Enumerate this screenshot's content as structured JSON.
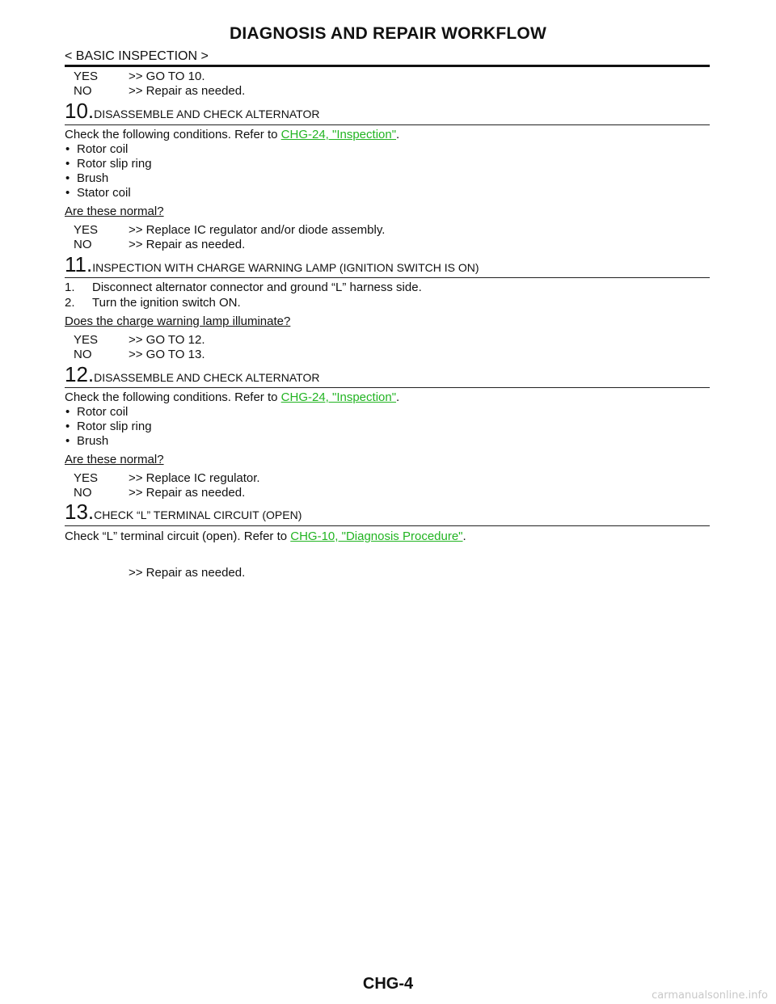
{
  "header": {
    "title": "DIAGNOSIS AND REPAIR WORKFLOW",
    "section": "< BASIC INSPECTION >"
  },
  "step9_result": {
    "yes_label": "YES",
    "yes_text": ">> GO TO 10.",
    "no_label": "NO",
    "no_text": ">> Repair as needed."
  },
  "step10": {
    "number": "10.",
    "title": "DISASSEMBLE AND CHECK ALTERNATOR",
    "instruction_prefix": "Check the following conditions. Refer to ",
    "link": "CHG-24, \"Inspection\"",
    "instruction_suffix": ".",
    "items": [
      "Rotor coil",
      "Rotor slip ring",
      "Brush",
      "Stator coil"
    ],
    "question": "Are these normal?",
    "yes_label": "YES",
    "yes_text": ">> Replace IC regulator and/or diode assembly.",
    "no_label": "NO",
    "no_text": ">> Repair as needed."
  },
  "step11": {
    "number": "11.",
    "title": "INSPECTION WITH CHARGE WARNING LAMP (IGNITION SWITCH IS ON)",
    "steps": [
      {
        "n": "1.",
        "text": "Disconnect alternator connector and ground “L” harness side."
      },
      {
        "n": "2.",
        "text": "Turn the ignition switch ON."
      }
    ],
    "question": "Does the charge warning lamp illuminate?",
    "yes_label": "YES",
    "yes_text": ">> GO TO 12.",
    "no_label": "NO",
    "no_text": ">> GO TO 13."
  },
  "step12": {
    "number": "12.",
    "title": "DISASSEMBLE AND CHECK ALTERNATOR",
    "instruction_prefix": "Check the following conditions. Refer to ",
    "link": "CHG-24, \"Inspection\"",
    "instruction_suffix": ".",
    "items": [
      "Rotor coil",
      "Rotor slip ring",
      "Brush"
    ],
    "question": "Are these normal?",
    "yes_label": "YES",
    "yes_text": ">> Replace IC regulator.",
    "no_label": "NO",
    "no_text": ">> Repair as needed."
  },
  "step13": {
    "number": "13.",
    "title": "CHECK “L” TERMINAL CIRCUIT (OPEN)",
    "instruction_prefix": "Check “L” terminal circuit (open). Refer to ",
    "link": "CHG-10, \"Diagnosis Procedure\"",
    "instruction_suffix": ".",
    "result_text": ">> Repair as needed."
  },
  "footer": {
    "page_code": "CHG-4",
    "watermark": "carmanualsonline.info"
  }
}
